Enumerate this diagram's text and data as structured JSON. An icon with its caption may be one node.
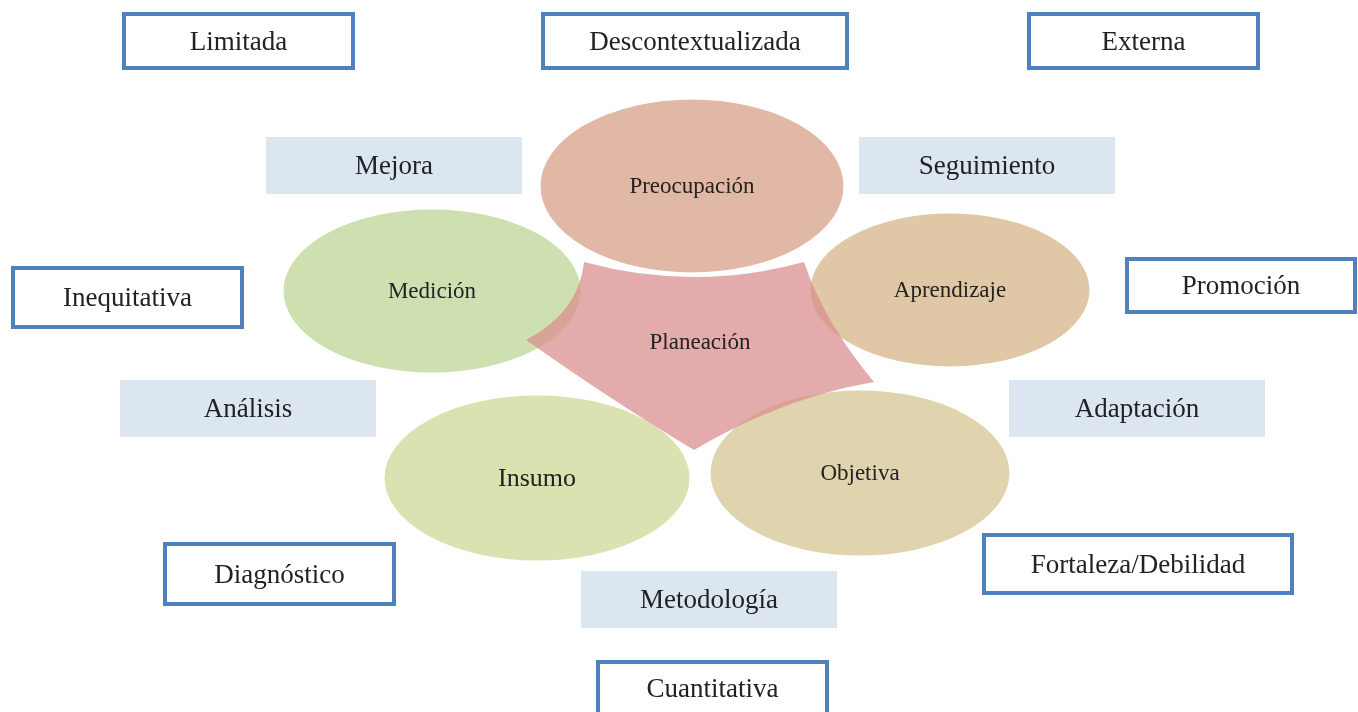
{
  "diagram": {
    "nodes": [
      {
        "text": [
          "Limitada"
        ]
      },
      {
        "text": [
          "Descontextualizada"
        ]
      },
      {
        "text": [
          "Externa"
        ]
      },
      {
        "text": [
          "Mejora"
        ]
      },
      {
        "text": [
          "Preocupación"
        ]
      },
      {
        "text": [
          "Seguimiento"
        ]
      },
      {
        "text": [
          "Inequitativa"
        ]
      },
      {
        "text": [
          "Medición"
        ]
      },
      {
        "text": [
          "Aprendizaje"
        ]
      },
      {
        "text": [
          "Promoción"
        ]
      },
      {
        "text": [
          "Planeación"
        ]
      },
      {
        "text": [
          "Análisis"
        ]
      },
      {
        "text": [
          "Adaptación"
        ]
      },
      {
        "text": [
          "Insumo"
        ]
      },
      {
        "text": [
          "Objetiva"
        ]
      },
      {
        "text": [
          "Diagnóstico"
        ]
      },
      {
        "text": [
          "Fortaleza/Debilidad"
        ]
      },
      {
        "text": [
          "Metodología"
        ]
      },
      {
        "text": [
          "Cuantitativa"
        ]
      }
    ],
    "edges": []
  }
}
